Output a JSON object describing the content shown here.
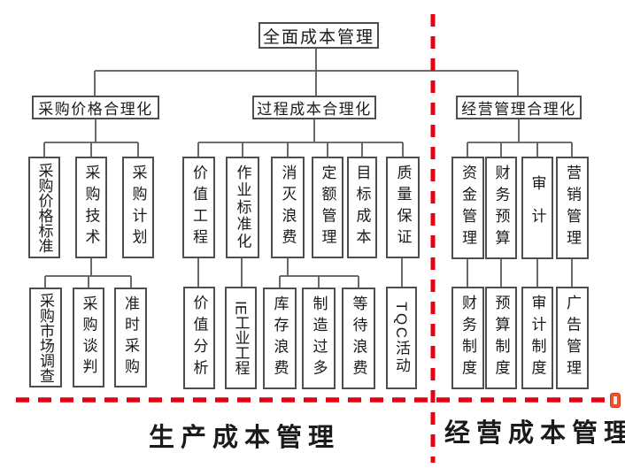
{
  "diagram": {
    "root": "全面成本管理",
    "branches": [
      "采购价格合理化",
      "过程成本合理化",
      "经营管理合理化"
    ],
    "level3": [
      "采购价格标准",
      "采购技术",
      "采购计划",
      "价值工程",
      "作业标准化",
      "消灭浪费",
      "定额管理",
      "目标成本",
      "质量保证",
      "资金管理",
      "财务预算",
      "审计",
      "营销管理"
    ],
    "level4": [
      "采购市场调查",
      "采购谈判",
      "准时采购",
      "价值分析",
      "IE工业工程",
      "库存浪费",
      "制造过多",
      "等待浪费",
      "TQC活动",
      "财务制度",
      "预算制度",
      "审计制度",
      "广告管理"
    ],
    "footer_left": "生产成本管理",
    "footer_right": "经营成本管理"
  },
  "icons": {
    "corner_badge": "small-orange-rounded-square-marker"
  },
  "colors": {
    "background": "#ffffff",
    "box_border": "#4f4f4f",
    "connector_line": "#595959",
    "text": "#1a1a1a",
    "divider_red": "#e60012",
    "badge_orange": "#e8542c"
  }
}
